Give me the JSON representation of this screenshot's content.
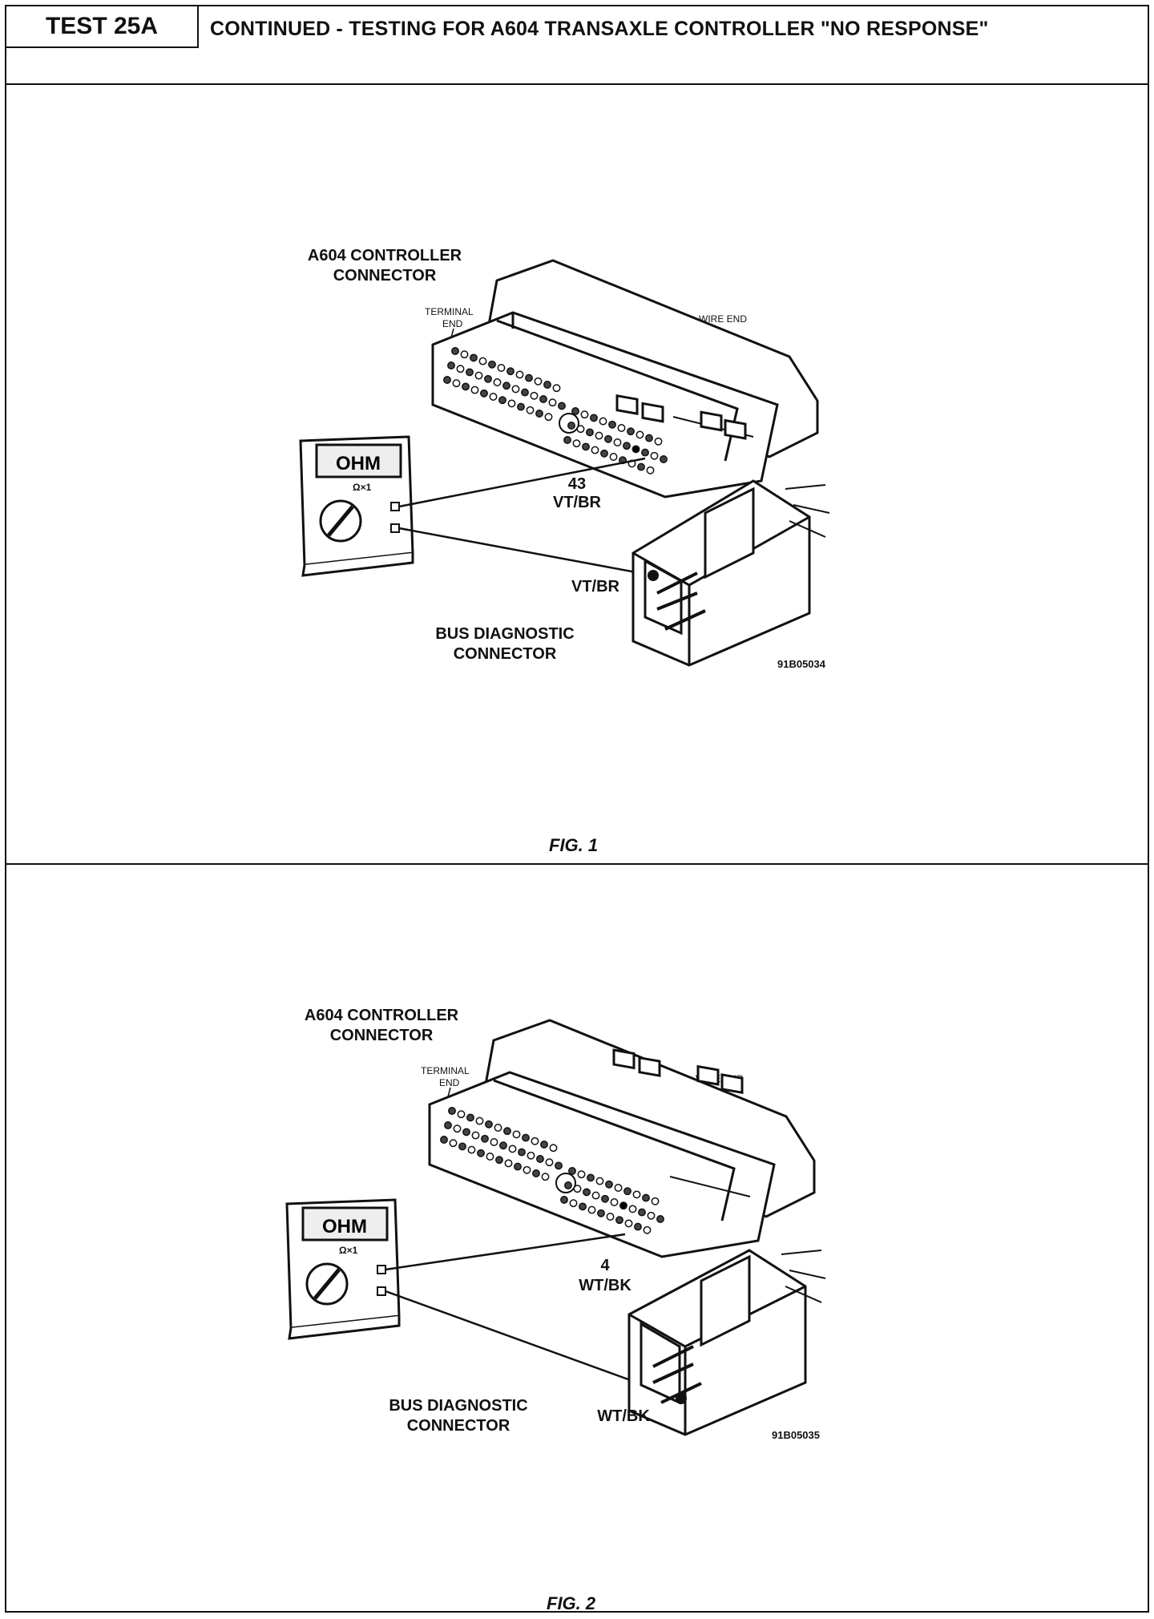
{
  "header": {
    "test": "TEST 25A",
    "title": "CONTINUED - TESTING FOR A604 TRANSAXLE CONTROLLER \"NO RESPONSE\""
  },
  "figures": [
    {
      "caption": "FIG. 1",
      "controller_label_line1": "A604 CONTROLLER",
      "controller_label_line2": "CONNECTOR",
      "terminal_end_line1": "TERMINAL",
      "terminal_end_line2": "END",
      "wire_end": "WIRE END",
      "meter_display": "OHM",
      "meter_range": "Ω×1",
      "pin_number": "43",
      "pin_wire": "VT/BR",
      "diag_wire": "VT/BR",
      "bus_label_line1": "BUS DIAGNOSTIC",
      "bus_label_line2": "CONNECTOR",
      "image_code": "91B05034"
    },
    {
      "caption": "FIG. 2",
      "controller_label_line1": "A604 CONTROLLER",
      "controller_label_line2": "CONNECTOR",
      "terminal_end_line1": "TERMINAL",
      "terminal_end_line2": "END",
      "wire_end": "WIRE END",
      "meter_display": "OHM",
      "meter_range": "Ω×1",
      "pin_number": "4",
      "pin_wire": "WT/BK",
      "diag_wire": "WT/BK",
      "bus_label_line1": "BUS DIAGNOSTIC",
      "bus_label_line2": "CONNECTOR",
      "image_code": "91B05035"
    }
  ]
}
